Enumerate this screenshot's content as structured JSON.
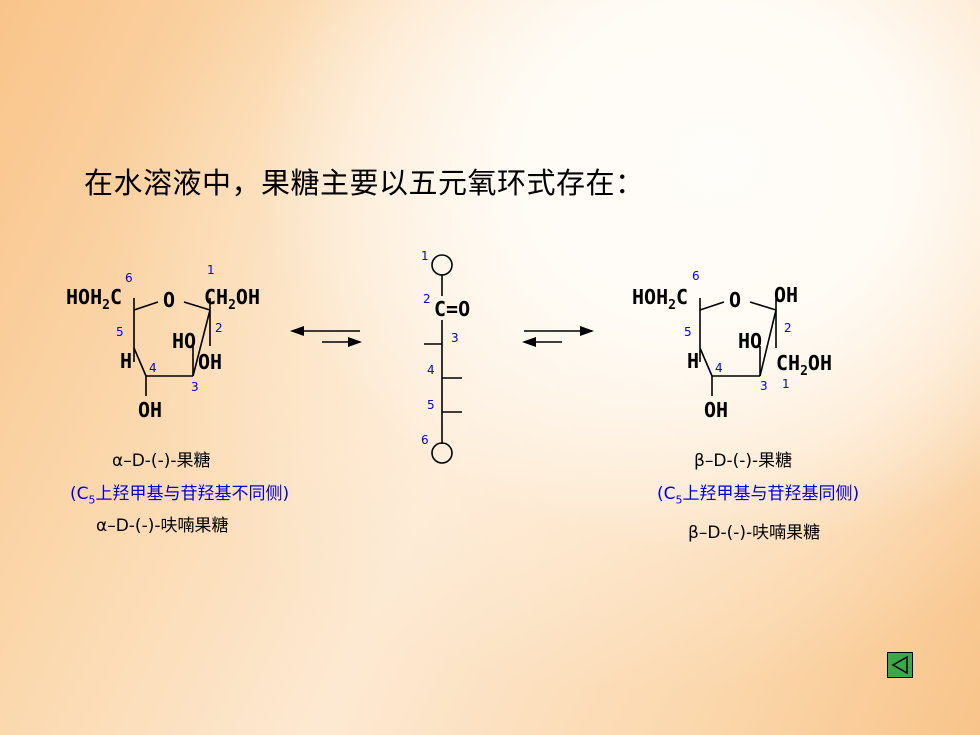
{
  "slide": {
    "title": "在水溶液中，果糖主要以五元氧环式存在："
  },
  "left": {
    "name1": "α–D-(-)-果糖",
    "note_open": "(C",
    "note_sub": "5",
    "note_text": "上羟甲基与苷羟基不同侧)",
    "name2": "α–D-(-)-呋喃果糖"
  },
  "right": {
    "name1": "β–D-(-)-果糖",
    "note_open": "(C",
    "note_sub": "5",
    "note_text": "上羟甲基与苷羟基同侧)",
    "name2": "β–D-(-)-呋喃果糖"
  },
  "molecule": {
    "ring_o": "O",
    "h": "H",
    "oh": "OH",
    "ho": "HO",
    "c": "C",
    "ch": "CH",
    "hoh": "HOH",
    "sub2": "2",
    "co": "C=O",
    "n1": "1",
    "n2": "2",
    "n3": "3",
    "n4": "4",
    "n5": "5",
    "n6": "6"
  },
  "colors": {
    "numbers": "#0000dd",
    "nav_button": "#3ca64a"
  },
  "nav": {
    "icon": "back-triangle-icon"
  }
}
